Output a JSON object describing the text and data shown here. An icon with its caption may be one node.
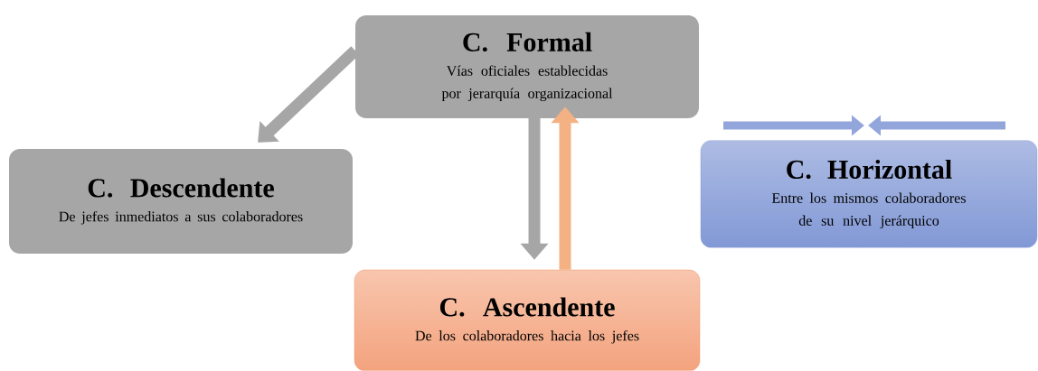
{
  "diagram": {
    "nodes": [
      {
        "text": [
          "C. Formal",
          "Vías oficiales establecidas por jerarquía organizacional"
        ]
      },
      {
        "text": [
          "C. Descendente",
          "De jefes inmediatos a sus colaboradores"
        ]
      },
      {
        "text": [
          "C. Horizontal",
          "Entre los mismos colaboradores de su nivel jerárquico"
        ]
      },
      {
        "text": [
          "C. Ascendente",
          "De los colaboradores hacia los jefes"
        ]
      }
    ],
    "edges": [
      {
        "from": 0,
        "to": 1,
        "arrow": "to"
      },
      {
        "from": 0,
        "to": 3,
        "arrow": "to"
      },
      {
        "from": 3,
        "to": 0,
        "arrow": "to",
        "color": "#f4b183"
      }
    ]
  }
}
